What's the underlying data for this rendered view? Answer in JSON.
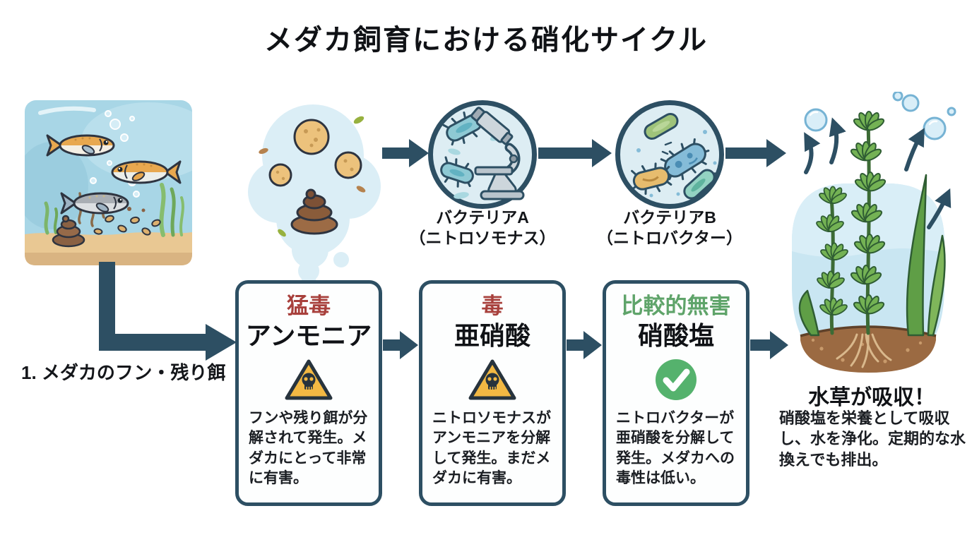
{
  "title": "メダカ飼育における硝化サイクル",
  "step1_label": "1. メダカのフン・残り餌",
  "bacteria_a": {
    "name": "バクテリアA",
    "subname": "（ニトロソモナス）"
  },
  "bacteria_b": {
    "name": "バクテリアB",
    "subname": "（ニトロバクター）"
  },
  "boxes": [
    {
      "toxicity": "猛毒",
      "substance": "アンモニア",
      "icon": "skull-warning",
      "description": "フンや残り餌が分解されて発生。メダカにとって非常に有害。"
    },
    {
      "toxicity": "毒",
      "substance": "亜硝酸",
      "icon": "skull-warning",
      "description": "ニトロソモナスがアンモニアを分解して発生。まだメダカに有害。"
    },
    {
      "toxicity": "比較的無害",
      "substance": "硝酸塩",
      "icon": "check-circle",
      "description": "ニトロバクターが亜硝酸を分解して発生。メダカへの毒性は低い。"
    }
  ],
  "plant": {
    "heading": "水草が吸収！",
    "description": "硝酸塩を栄養として吸収し、水を浄化。定期的な水換えでも排出。"
  },
  "illustrations": {
    "fish_tank": "medaka-aquarium-with-waste-and-food",
    "thought_bubble": "fish-waste-and-leftover-food-particles",
    "bacteria_a_circle": "microscope-with-bacteria",
    "bacteria_b_circle": "bacteria-colony",
    "plants": "aquatic-plants-absorbing-nitrate"
  },
  "colors": {
    "arrow": "#2d4f63",
    "box_border": "#2d4f63",
    "toxic_red": "#a8403c",
    "safe_green": "#5fa46a",
    "warning_yellow": "#f2b843",
    "check_green": "#55b26d",
    "water_blue": "#a8d6e6",
    "bubble_blue": "#dbeef6"
  }
}
